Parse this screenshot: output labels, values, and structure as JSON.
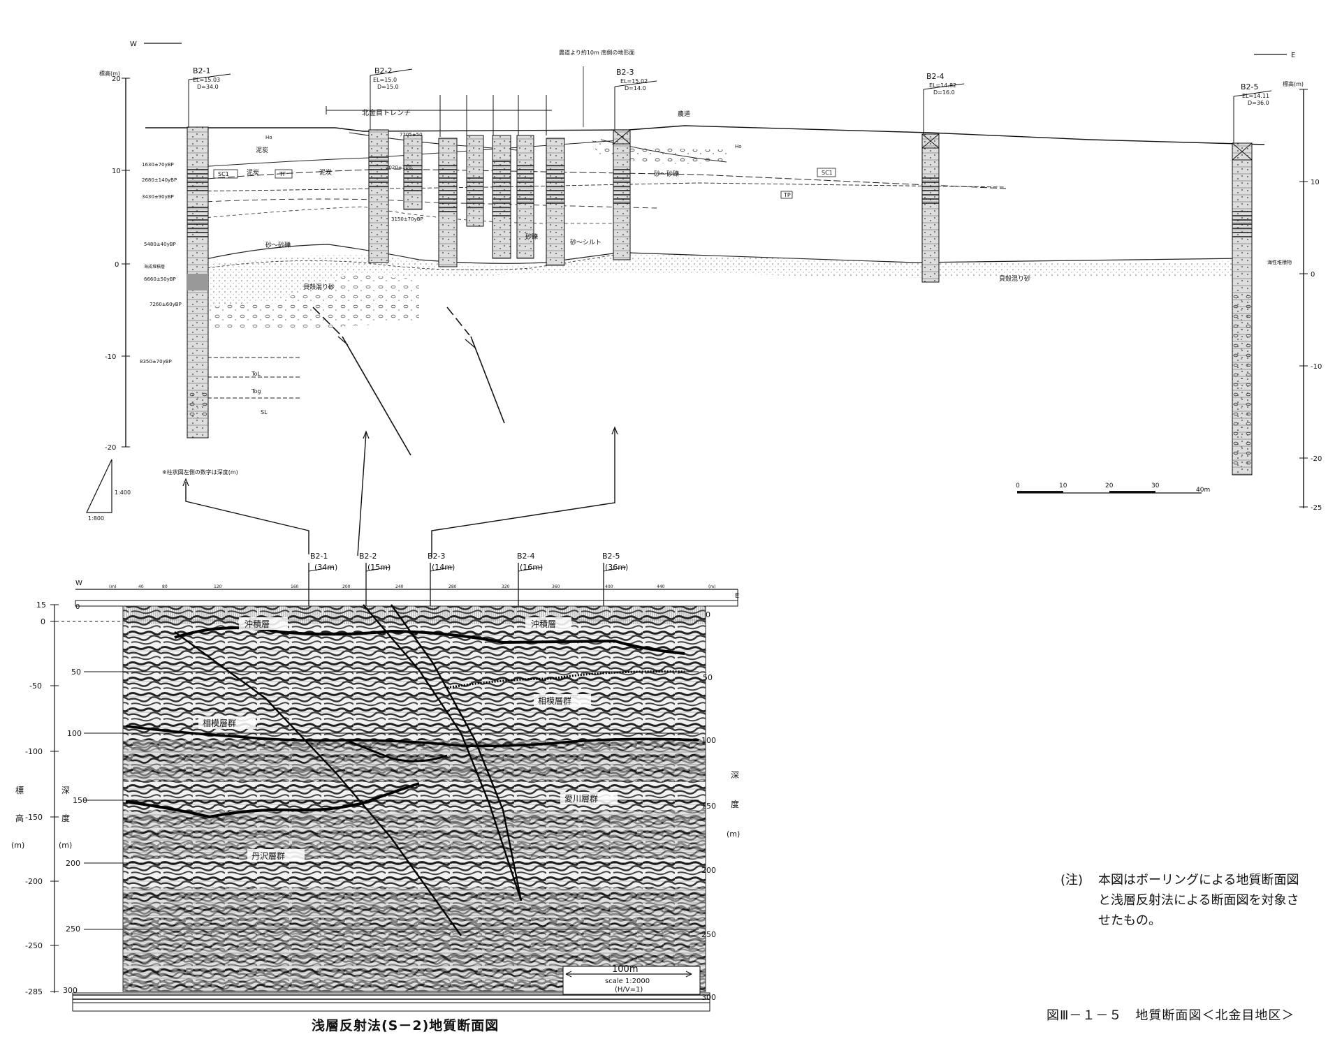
{
  "upper_section": {
    "direction_west": "W",
    "direction_east": "E",
    "elevation_label": "標高(m)",
    "left_scale_ticks": [
      "20",
      "10",
      "0",
      "-10",
      "-20"
    ],
    "right_scale_ticks": [
      "10",
      "0",
      "-10",
      "-20",
      "-25"
    ],
    "boreholes": [
      {
        "id": "B2-1",
        "el": "EL=15.03",
        "d": "D=34.0"
      },
      {
        "id": "B2-2",
        "el": "EL=15.0",
        "d": "D=15.0"
      },
      {
        "id": "B2-3",
        "el": "EL=15.02",
        "d": "D=14.0"
      },
      {
        "id": "B2-4",
        "el": "EL=14.82",
        "d": "D=16.0"
      },
      {
        "id": "B2-5",
        "el": "EL=14.11",
        "d": "D=36.0"
      }
    ],
    "trench_label": "北金目トレンチ",
    "road_label": "農道",
    "road_note": "農道より約10m 南側の地形面",
    "ages": [
      "1630±70yBP",
      "2680±140yBP",
      "3430±90yBP",
      "5480±40yBP",
      "6660±50yBP",
      "7260±60yBP",
      "8350±70yBP"
    ],
    "age_extra": [
      "2020±110",
      "3150±70yBP",
      "7705±50"
    ],
    "layer_labels": {
      "peat1": "泥炭",
      "peat2": "泥炭",
      "peat3": "泥炭",
      "sand_gravel1": "砂～砂礫",
      "sand_gravel2": "砂～砂礫",
      "sand_gravel3": "砂礫",
      "sand_silt": "砂～シルト",
      "shell_sand1": "貝殻混り砂",
      "shell_sand2": "貝殻混り砂",
      "marine_bed": "海成堆積層",
      "marine_bed2": "海性堆積物",
      "ho": "Ho",
      "tp": "TP",
      "tf": "TF",
      "sc1": "SC1",
      "tol": "ToL",
      "tog": "Tog",
      "sl": "SL"
    },
    "scale_vertical": "1:400",
    "scale_horizontal": "1:800",
    "depth_note": "※柱状図左側の数字は深度(m)",
    "scale_bar_ticks": [
      "0",
      "10",
      "20",
      "30",
      "40m"
    ]
  },
  "lower_section": {
    "borehole_markers": [
      {
        "id": "B2-1",
        "depth": "(34m)"
      },
      {
        "id": "B2-2",
        "depth": "(15m)"
      },
      {
        "id": "B2-3",
        "depth": "(14m)"
      },
      {
        "id": "B2-4",
        "depth": "(16m)"
      },
      {
        "id": "B2-5",
        "depth": "(36m)"
      }
    ],
    "top_axis_w": "W",
    "top_axis_e": "E",
    "top_axis_ticks": [
      "(m)",
      "40",
      "80",
      "120",
      "160",
      "200",
      "240",
      "280",
      "320",
      "360",
      "400",
      "440",
      "(m)"
    ],
    "elevation_ticks": [
      "15",
      "0",
      "-50",
      "-100",
      "-150",
      "-200",
      "-250",
      "-285"
    ],
    "left_depth_ticks": [
      "0",
      "50",
      "100",
      "150",
      "200",
      "250",
      "300"
    ],
    "right_depth_ticks": [
      "0",
      "50",
      "100",
      "150",
      "200",
      "250",
      "300"
    ],
    "left_elev_label": [
      "標",
      "高",
      "(m)"
    ],
    "left_depth_label": [
      "深",
      "度",
      "(m)"
    ],
    "right_depth_label": [
      "深",
      "度",
      "(m)"
    ],
    "formation_labels": {
      "alluvium1": "沖積層",
      "alluvium2": "沖積層",
      "sagami1": "相模層群",
      "sagami2": "相模層群",
      "aikawa": "愛川層群",
      "tanzawa": "丹沢層群"
    },
    "scale_box": {
      "length": "100m",
      "scale": "scale 1:2000",
      "ratio": "(H/V=1)"
    },
    "title": "浅層反射法(S－2)地質断面図"
  },
  "note": {
    "prefix": "(注)",
    "lines": [
      "本図はボーリングによる地質断面図",
      "と浅層反射法による断面図を対象さ",
      "せたもの。"
    ]
  },
  "figure_caption": "図Ⅲ－１－５　地質断面図＜北金目地区＞"
}
